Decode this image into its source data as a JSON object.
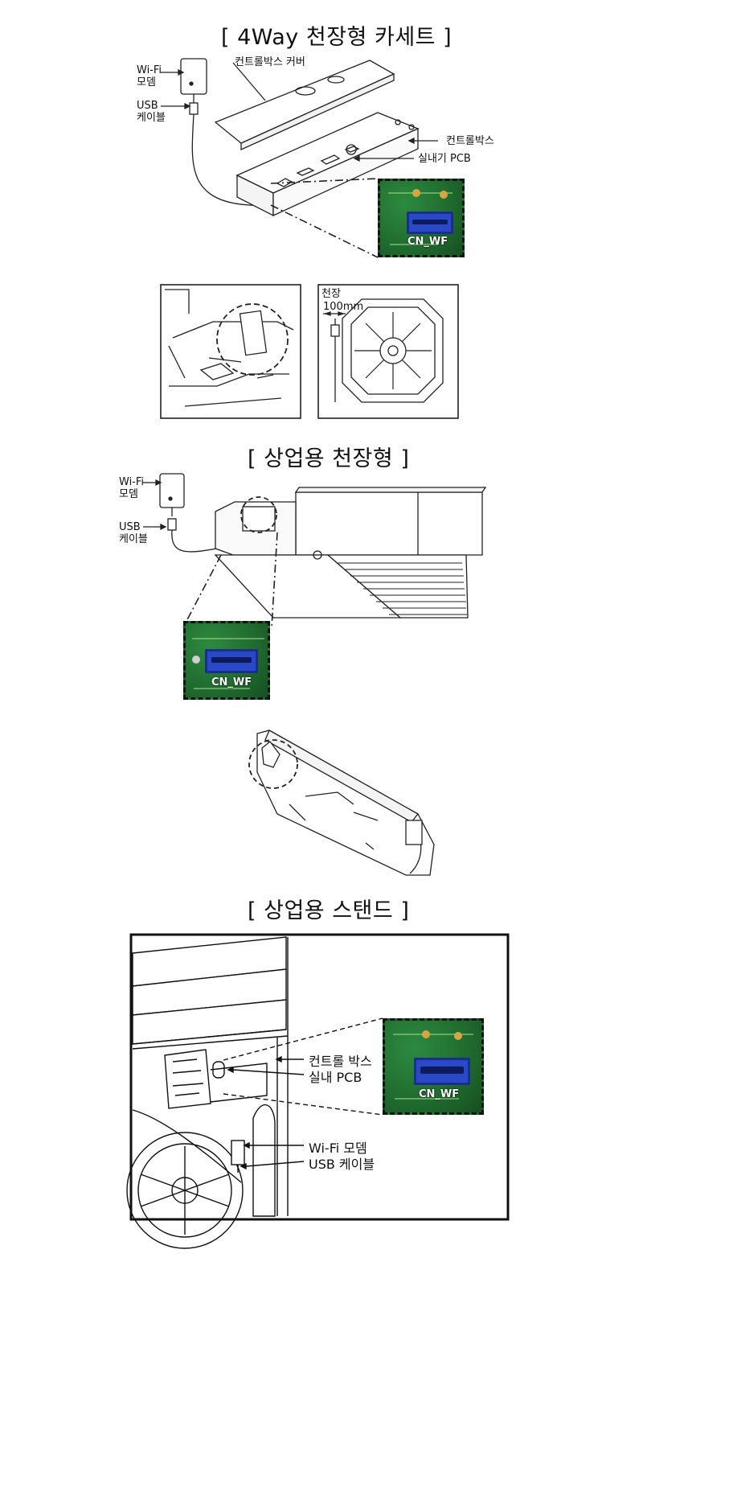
{
  "section1": {
    "title": "[ 4Way 천장형 카세트 ]",
    "labels": {
      "wifi_modem": "Wi-Fi\n모뎀",
      "usb_cable": "USB\n케이블",
      "control_box_cover": "컨트롤박스 커버",
      "control_box": "컨트롤박스",
      "indoor_pcb": "실내기 PCB",
      "connector": "CN_WF"
    },
    "detail_ceiling": "천장",
    "detail_distance": "100mm"
  },
  "section2": {
    "title": "[ 상업용 천장형 ]",
    "labels": {
      "wifi_modem": "Wi-Fi\n모뎀",
      "usb_cable": "USB\n케이블",
      "connector": "CN_WF"
    }
  },
  "section3": {
    "title": "[ 상업용 스탠드 ]",
    "labels": {
      "control_box": "컨트롤 박스",
      "indoor_pcb": "실내 PCB",
      "wifi_modem": "Wi-Fi 모뎀",
      "usb_cable": "USB 케이블",
      "connector": "CN_WF"
    }
  },
  "colors": {
    "pcb_green": "#1f6a2e",
    "connector_blue": "#2a49c8",
    "line": "#111111"
  }
}
